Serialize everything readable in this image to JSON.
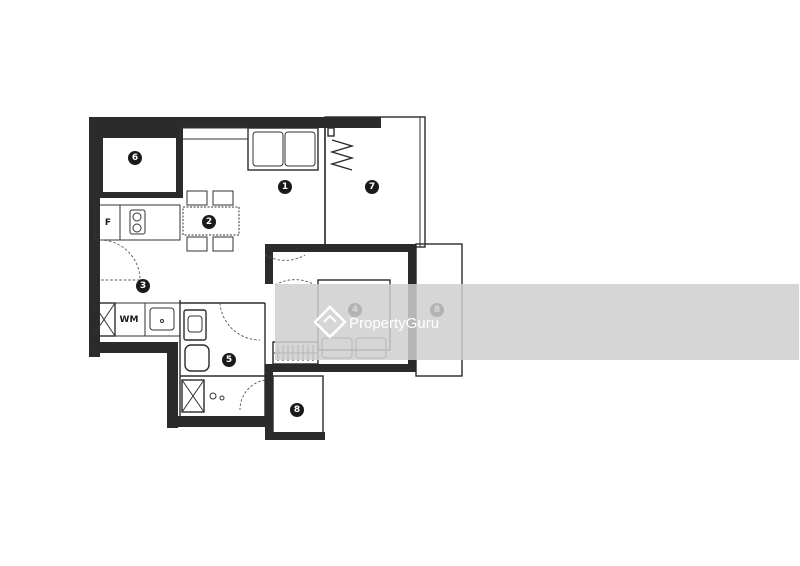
{
  "rooms": [
    {
      "number": "1"
    },
    {
      "number": "2"
    },
    {
      "number": "3"
    },
    {
      "number": "4"
    },
    {
      "number": "5"
    },
    {
      "number": "6"
    },
    {
      "number": "7"
    },
    {
      "number": "8"
    },
    {
      "number": "8"
    }
  ],
  "fixtures": {
    "fridge_label": "F",
    "washer_label": "WM"
  },
  "watermark": {
    "text": "PropertyGuru",
    "icon": "propertyguru-logo-icon"
  },
  "colors": {
    "wall": "#2b2b2b",
    "badge": "#1a1a1a",
    "watermark_band": "#cfcfcf"
  }
}
